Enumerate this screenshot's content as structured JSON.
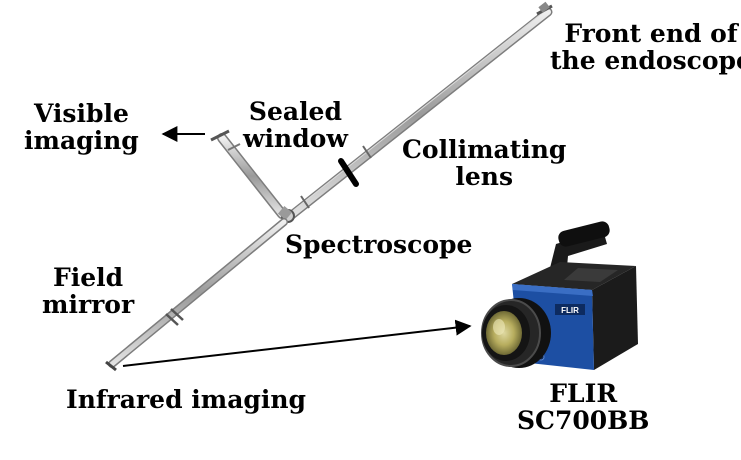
{
  "labels": {
    "front_end": [
      "Front end of",
      "the endoscope"
    ],
    "visible_imaging": [
      "Visible",
      "imaging"
    ],
    "sealed_window": [
      "Sealed",
      "window"
    ],
    "collimating_lens": [
      "Collimating",
      "lens"
    ],
    "spectroscope": "Spectroscope",
    "field_mirror": [
      "Field",
      "mirror"
    ],
    "infrared_imaging": "Infrared imaging",
    "camera_model": [
      "FLIR",
      "SC700BB"
    ],
    "camera_brand_badge": "FLIR"
  },
  "colors": {
    "text": "#000000",
    "camera_body": "#1d4fa3",
    "camera_dark": "#151515",
    "lens_glass": "#c9c27a",
    "tube": "#b8b8b8"
  }
}
